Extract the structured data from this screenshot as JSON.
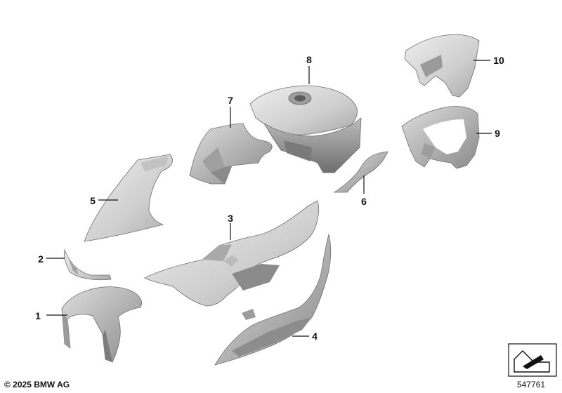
{
  "callouts": [
    {
      "number": "1"
    },
    {
      "number": "2"
    },
    {
      "number": "3"
    },
    {
      "number": "4"
    },
    {
      "number": "5"
    },
    {
      "number": "6"
    },
    {
      "number": "7"
    },
    {
      "number": "8"
    },
    {
      "number": "9"
    },
    {
      "number": "10"
    }
  ],
  "footer": {
    "copyright": "© 2025 BMW AG",
    "diagram_id": "547761"
  },
  "colors": {
    "part_fill_light": "#d9d9d9",
    "part_fill_mid": "#b9b9b9",
    "part_fill_dark": "#8f8f8f",
    "text": "#111111"
  }
}
